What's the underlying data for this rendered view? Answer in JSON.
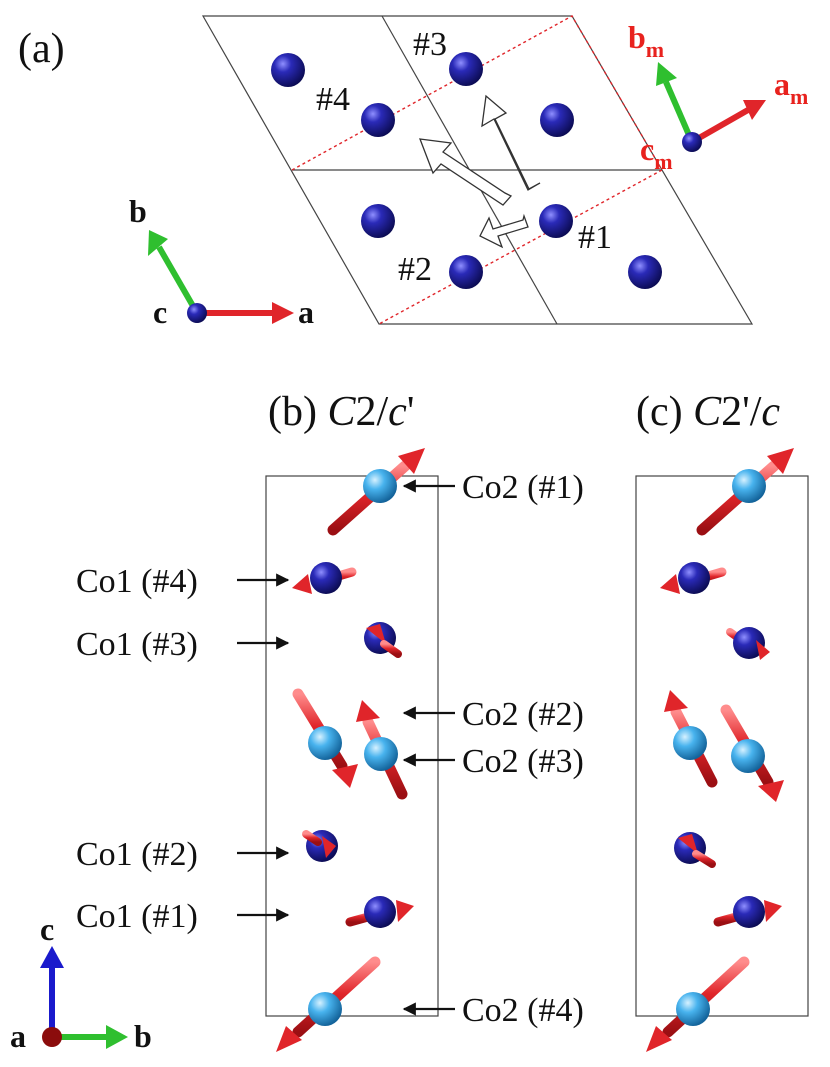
{
  "panel_a": {
    "label": "(a)",
    "site_labels": [
      "#1",
      "#2",
      "#3",
      "#4"
    ],
    "axes_left": {
      "a": "a",
      "b": "b",
      "c": "c"
    },
    "axes_right": {
      "a": "a",
      "b": "b",
      "c": "c",
      "subscript": "m"
    }
  },
  "panel_b": {
    "prefix": "(b) ",
    "sym1": "C",
    "sym2": "2/",
    "sym3": "c",
    "sym4": "'"
  },
  "panel_c": {
    "prefix": "(c) ",
    "sym1": "C",
    "sym2": "2'/",
    "sym3": "c"
  },
  "labels": {
    "co2_1": "Co2 (#1)",
    "co2_2": "Co2 (#2)",
    "co2_3": "Co2 (#3)",
    "co2_4": "Co2 (#4)",
    "co1_4": "Co1 (#4)",
    "co1_3": "Co1 (#3)",
    "co1_2": "Co1 (#2)",
    "co1_1": "Co1 (#1)"
  },
  "axes_bottom": {
    "a": "a",
    "b": "b",
    "c": "c"
  },
  "colors": {
    "co1_atom": "#1a1a9a",
    "co2_atom": "#3aa7e6",
    "moment": "#e0252a",
    "axis_a": "#e0252a",
    "axis_b": "#2fbf2f",
    "axis_c": "#1a1acc",
    "label_red": "#e8221e"
  }
}
